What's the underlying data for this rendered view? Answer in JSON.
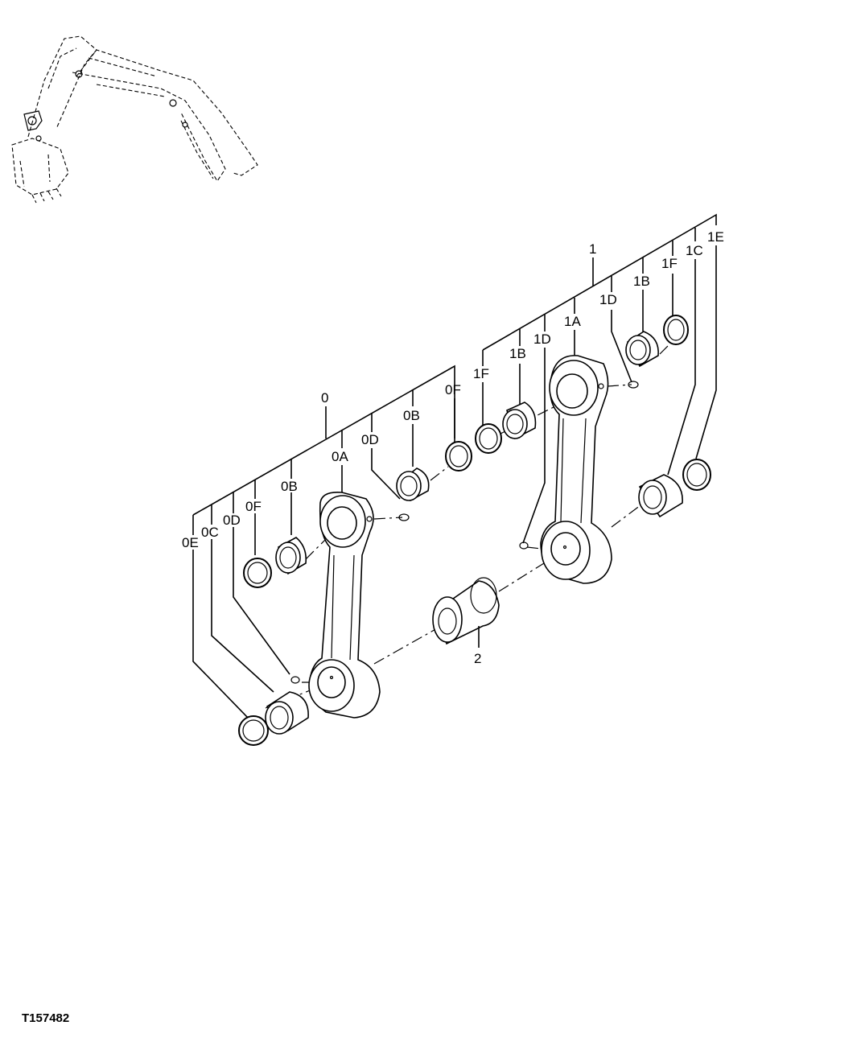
{
  "figure_ref": "T157482",
  "labels": {
    "g0": "0",
    "g0a": "0A",
    "g0b_upper": "0B",
    "g0b_lower": "0B",
    "g0c": "0C",
    "g0d_upper": "0D",
    "g0d_lower": "0D",
    "g0e": "0E",
    "g0f_upper": "0F",
    "g0f_lower": "0F",
    "g1": "1",
    "g1a": "1A",
    "g1b_upper": "1B",
    "g1b_lower": "1B",
    "g1c": "1C",
    "g1d_upper": "1D",
    "g1d_lower": "1D",
    "g1e": "1E",
    "g1f_upper": "1F",
    "g1f_lower": "1F",
    "p2": "2"
  }
}
